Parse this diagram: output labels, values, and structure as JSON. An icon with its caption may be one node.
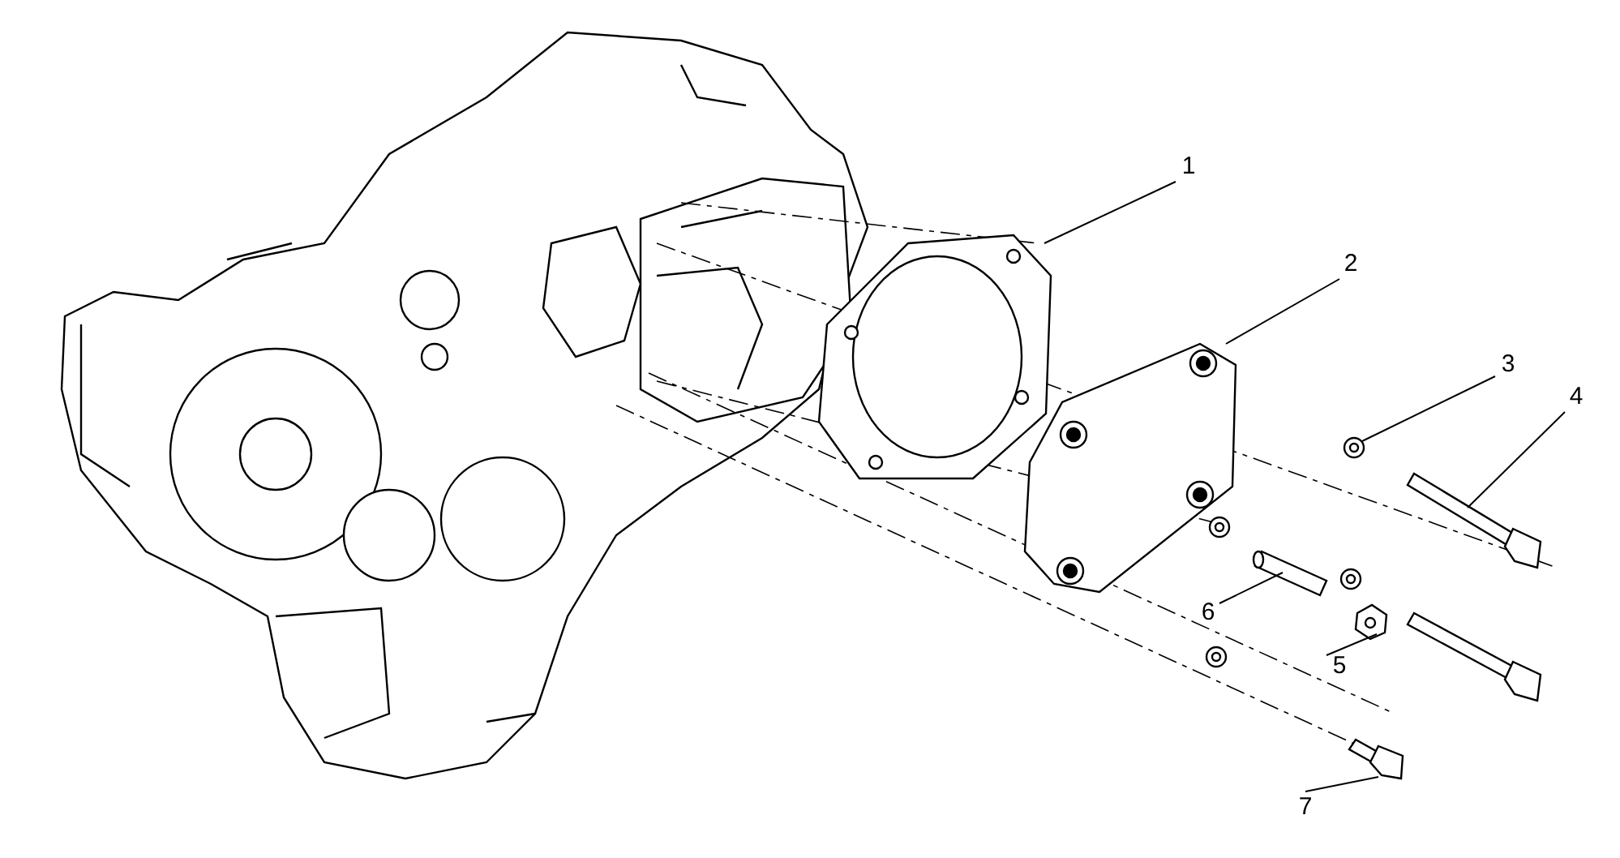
{
  "diagram": {
    "nodes": [
      {
        "text": [
          "1"
        ]
      },
      {
        "text": [
          "2"
        ]
      },
      {
        "text": [
          "3"
        ]
      },
      {
        "text": [
          "4"
        ]
      },
      {
        "text": [
          "5"
        ]
      },
      {
        "text": [
          "6"
        ]
      },
      {
        "text": [
          "7"
        ]
      },
      {
        "text": [],
        "shape": "picture"
      },
      {
        "text": [],
        "shape": "picture"
      },
      {
        "text": [],
        "shape": "picture"
      },
      {
        "text": [],
        "shape": "picture"
      },
      {
        "text": [],
        "shape": "picture"
      },
      {
        "text": [],
        "shape": "picture"
      },
      {
        "text": [],
        "shape": "picture"
      },
      {
        "text": [],
        "shape": "picture"
      },
      {
        "text": [],
        "shape": "picture"
      },
      {
        "text": [],
        "shape": "picture"
      },
      {
        "text": [],
        "shape": "picture"
      }
    ],
    "edges": [
      {
        "from": 0,
        "to": 7,
        "arrow": "none"
      },
      {
        "from": 1,
        "to": 8,
        "arrow": "none"
      },
      {
        "from": 2,
        "to": 9,
        "arrow": "none"
      },
      {
        "from": 3,
        "to": 10,
        "arrow": "none"
      },
      {
        "from": 4,
        "to": 11,
        "arrow": "none"
      },
      {
        "from": 5,
        "to": 12,
        "arrow": "none"
      },
      {
        "from": 6,
        "to": 13,
        "arrow": "none"
      }
    ]
  }
}
